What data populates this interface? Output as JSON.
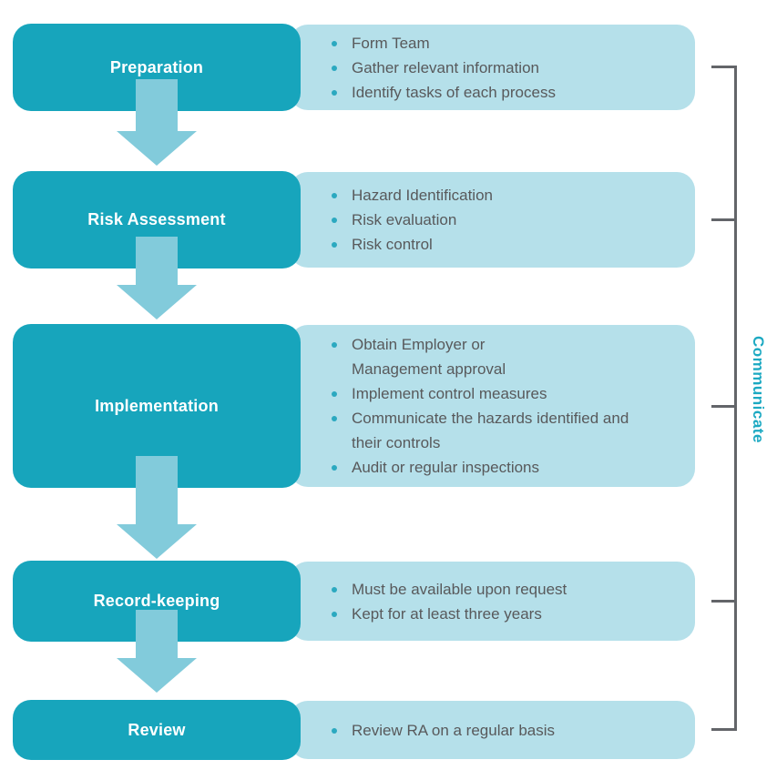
{
  "colors": {
    "stage_box": "#17a5bc",
    "detail_box": "#b5e0ea",
    "arrow": "#82cbdb",
    "bullet_text": "#58595b",
    "bullet_dot": "#2ba9c0",
    "bracket": "#636569",
    "side_label": "#1ca9c2"
  },
  "stages": [
    {
      "title": "Preparation",
      "bullets": [
        "Form Team",
        "Gather relevant information",
        "Identify tasks of each process"
      ]
    },
    {
      "title": "Risk Assessment",
      "bullets": [
        "Hazard Identification",
        "Risk evaluation",
        "Risk control"
      ]
    },
    {
      "title": "Implementation",
      "bullets": [
        "Obtain Employer or\nManagement approval",
        "Implement control measures",
        "Communicate the hazards identified and\ntheir controls",
        "Audit or regular inspections"
      ]
    },
    {
      "title": "Record-keeping",
      "bullets": [
        "Must be available upon request",
        "Kept for at least three years"
      ]
    },
    {
      "title": "Review",
      "bullets": [
        "Review RA on a regular basis"
      ]
    }
  ],
  "side_label": "Communicate"
}
